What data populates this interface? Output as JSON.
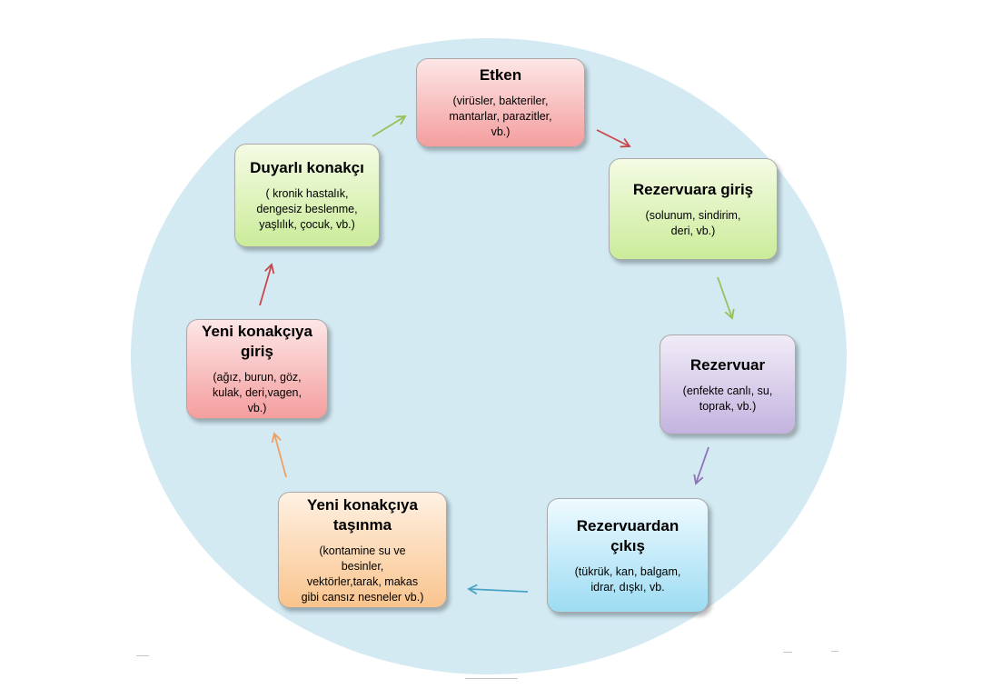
{
  "nodes": {
    "etken": {
      "title": "Etken",
      "desc": "(virüsler, bakteriler,\nmantarlar, parazitler,\nvb.)"
    },
    "rgiris": {
      "title": "Rezervuara giriş",
      "desc": "(solunum, sindirim,\nderi, vb.)"
    },
    "rez": {
      "title": "Rezervuar",
      "desc": "(enfekte canlı, su,\ntoprak, vb.)"
    },
    "rcikis": {
      "title": "Rezervuardan\nçıkış",
      "desc": "(tükrük, kan, balgam,\nidrar, dışkı, vb."
    },
    "tasinma": {
      "title": "Yeni konakçıya\ntaşınma",
      "desc": "(kontamine su ve\nbesinler,\nvektörler,tarak, makas\ngibi cansız nesneler vb.)"
    },
    "ygiris": {
      "title": "Yeni konakçıya\ngiriş",
      "desc": "(ağız, burun, göz,\nkulak, deri,vagen,\nvb.)"
    },
    "duyarli": {
      "title": "Duyarlı konakçı",
      "desc": "( kronik hastalık,\ndengesiz beslenme,\nyaşlılık, çocuk, vb.)"
    }
  },
  "colors": {
    "background_circle": "#d3eaf3",
    "red": "#f49e9e",
    "green": "#cbec9a",
    "purple": "#c3b3df",
    "blue": "#9ddcf3",
    "orange": "#f9c48d",
    "arrow_red": "#c9464a",
    "arrow_green": "#94c25a",
    "arrow_purple": "#8d73b8",
    "arrow_blue": "#49a3c4",
    "arrow_orange": "#f0a060"
  }
}
